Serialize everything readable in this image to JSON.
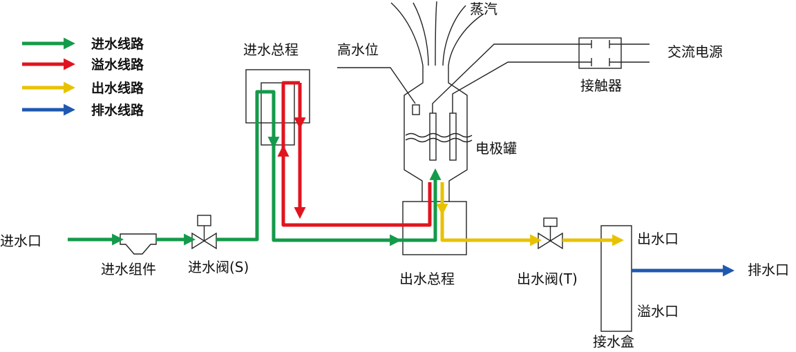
{
  "legend": [
    {
      "label": "进水线路",
      "color": "#149a4a"
    },
    {
      "label": "溢水线路",
      "color": "#e0141e"
    },
    {
      "label": "出水线路",
      "color": "#e8c200"
    },
    {
      "label": "排水线路",
      "color": "#1f58b0"
    }
  ],
  "labels": {
    "water_inlet": "进水口",
    "inlet_assembly": "进水组件",
    "inlet_valve": "进水阀(S)",
    "inlet_manifold": "进水总程",
    "high_level": "高水位",
    "steam": "蒸汽",
    "electrode_tank": "电极罐",
    "ac_power": "交流电源",
    "contactor": "接触器",
    "outlet_manifold": "出水总程",
    "outlet_valve": "出水阀(T)",
    "water_outlet": "出水口",
    "drain_outlet": "排水口",
    "overflow_outlet": "溢水口",
    "collection_box": "接水盒"
  }
}
